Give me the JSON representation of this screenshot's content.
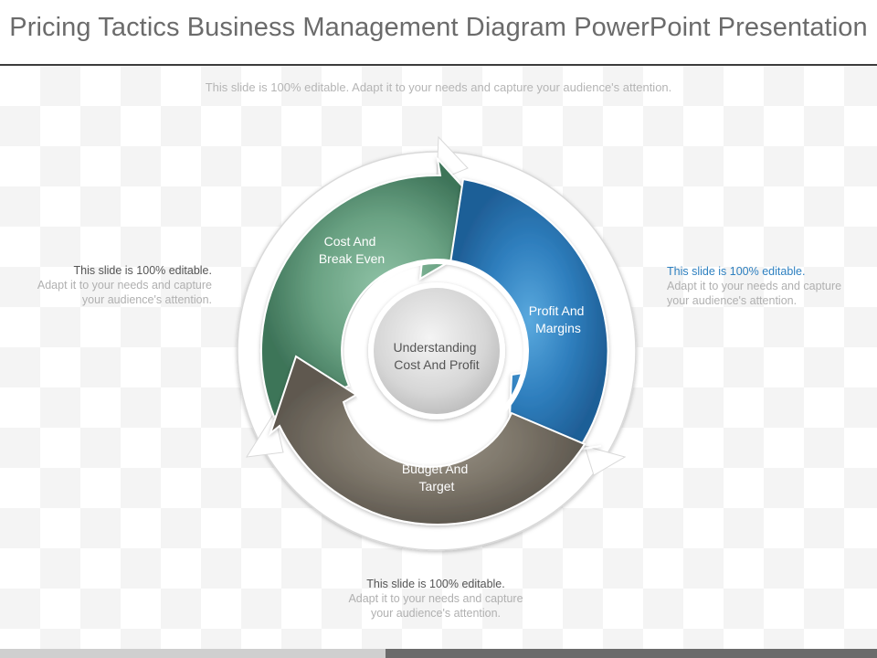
{
  "slide": {
    "title": "Pricing Tactics Business Management Diagram PowerPoint Presentation",
    "subtitle": "This slide is 100% editable. Adapt it to your needs and capture your audience's attention."
  },
  "diagram": {
    "center_label": [
      "Understanding",
      "Cost And Profit"
    ],
    "segments": [
      {
        "id": "cost-break-even",
        "lines": [
          "Cost And",
          "Break Even"
        ],
        "color": "#5f9677"
      },
      {
        "id": "profit-margins",
        "lines": [
          "Profit And",
          "Margins"
        ],
        "color": "#2f7fbe"
      },
      {
        "id": "budget-target",
        "lines": [
          "Budget And",
          "Target"
        ],
        "color": "#7e776b"
      }
    ]
  },
  "notes": {
    "left": {
      "lead": "This slide is 100% editable.",
      "body": "Adapt it to your needs and capture your audience's attention."
    },
    "right": {
      "lead": "This slide is 100% editable.",
      "body": "Adapt it to your needs and capture your audience's attention."
    },
    "bottom": {
      "lead": "This slide is 100% editable.",
      "body": "Adapt it to your needs and capture your audience's attention."
    }
  }
}
